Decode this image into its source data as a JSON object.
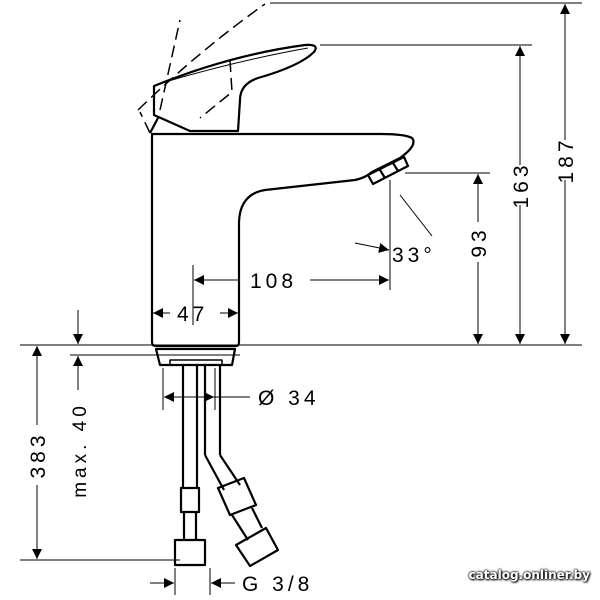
{
  "title": "Faucet dimension drawing",
  "dimensions": {
    "total_height": "187",
    "spout_height": "163",
    "outlet_height": "93",
    "reach": "108",
    "base_width": "47",
    "angle": "33°",
    "hose_length": "383",
    "max_thickness": "max. 40",
    "hole_diameter": "Ø 34",
    "thread": "G 3/8"
  },
  "watermark": "catalog.onliner.by",
  "colors": {
    "line": "#000000",
    "background": "#ffffff"
  }
}
